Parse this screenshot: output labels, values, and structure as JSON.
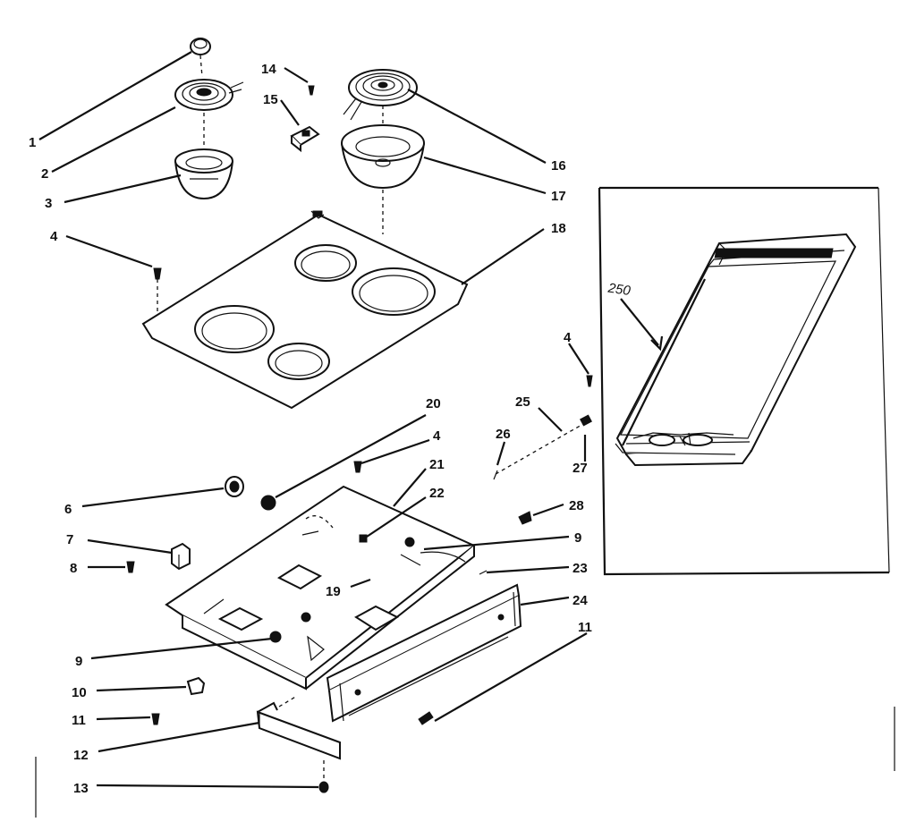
{
  "callouts": {
    "c1": "1",
    "c2": "2",
    "c3": "3",
    "c4a": "4",
    "c4b": "4",
    "c4c": "4",
    "c6": "6",
    "c7": "7",
    "c8": "8",
    "c9a": "9",
    "c9b": "9",
    "c10": "10",
    "c11a": "11",
    "c11b": "11",
    "c12": "12",
    "c13": "13",
    "c14": "14",
    "c15": "15",
    "c16": "16",
    "c17": "17",
    "c18": "18",
    "c19": "19",
    "c20": "20",
    "c21": "21",
    "c22": "22",
    "c23": "23",
    "c24": "24",
    "c25": "25",
    "c26": "26",
    "c27": "27",
    "c28": "28",
    "c250": "250"
  },
  "colors": {
    "line": "#111111",
    "background": "#ffffff"
  }
}
